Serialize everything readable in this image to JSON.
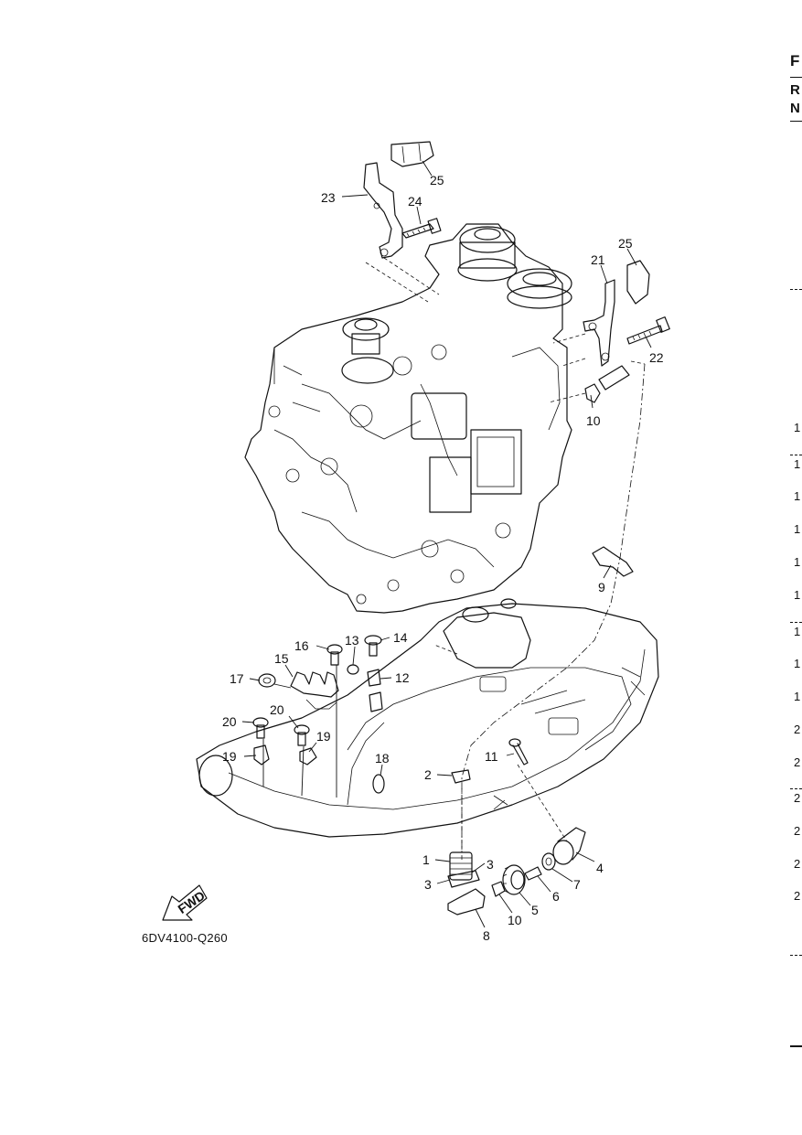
{
  "diagram": {
    "caption": "6DV4100-Q260",
    "fwd_label": "FWD",
    "callouts": [
      {
        "id": "c25a",
        "text": "25"
      },
      {
        "id": "c23",
        "text": "23"
      },
      {
        "id": "c24",
        "text": "24"
      },
      {
        "id": "c25b",
        "text": "25"
      },
      {
        "id": "c21",
        "text": "21"
      },
      {
        "id": "c22",
        "text": "22"
      },
      {
        "id": "c10a",
        "text": "10"
      },
      {
        "id": "c9",
        "text": "9"
      },
      {
        "id": "c16",
        "text": "16"
      },
      {
        "id": "c13",
        "text": "13"
      },
      {
        "id": "c14",
        "text": "14"
      },
      {
        "id": "c15",
        "text": "15"
      },
      {
        "id": "c17",
        "text": "17"
      },
      {
        "id": "c12",
        "text": "12"
      },
      {
        "id": "c20a",
        "text": "20"
      },
      {
        "id": "c20b",
        "text": "20"
      },
      {
        "id": "c19a",
        "text": "19"
      },
      {
        "id": "c19b",
        "text": "19"
      },
      {
        "id": "c18",
        "text": "18"
      },
      {
        "id": "c2",
        "text": "2"
      },
      {
        "id": "c11",
        "text": "11"
      },
      {
        "id": "c1",
        "text": "1"
      },
      {
        "id": "c3a",
        "text": "3"
      },
      {
        "id": "c3b",
        "text": "3"
      },
      {
        "id": "c4",
        "text": "4"
      },
      {
        "id": "c7",
        "text": "7"
      },
      {
        "id": "c6",
        "text": "6"
      },
      {
        "id": "c5",
        "text": "5"
      },
      {
        "id": "c10b",
        "text": "10"
      },
      {
        "id": "c8",
        "text": "8"
      }
    ]
  },
  "margin": {
    "heading": "F",
    "sub1": "R",
    "sub2": "N",
    "row_numbers": [
      "1",
      "1",
      "1",
      "1",
      "1",
      "1",
      "1",
      "1",
      "1",
      "2",
      "2",
      "2",
      "2",
      "2",
      "2"
    ]
  }
}
